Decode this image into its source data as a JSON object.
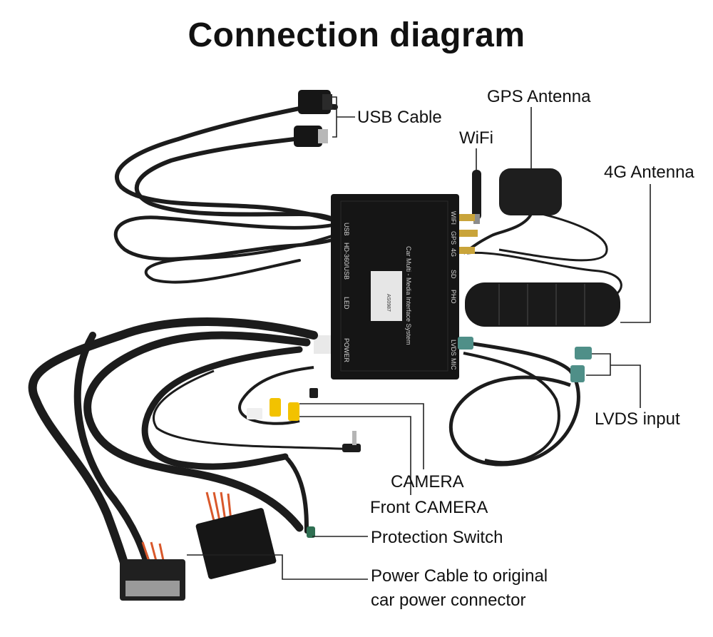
{
  "title": "Connection diagram",
  "labels": {
    "usb_cable": "USB Cable",
    "gps_antenna": "GPS Antenna",
    "wifi": "WiFi",
    "antenna_4g": "4G Antenna",
    "lvds_input": "LVDS input",
    "camera": "CAMERA",
    "front_camera": "Front  CAMERA",
    "protection_switch": "Protection Switch",
    "power_cable_line1": "Power Cable to original",
    "power_cable_line2": "car power connector"
  },
  "module": {
    "name": "Car Multi - Media Interface System",
    "sticker": "AS0987",
    "ports_left": [
      "USB",
      "HD-360/USB",
      "LED",
      "POWER"
    ],
    "ports_right": [
      "WIFI",
      "GPS",
      "4G",
      "SD",
      "PHO",
      "LVDS",
      "MIC"
    ]
  },
  "colors": {
    "cable": "#1c1c1c",
    "module": "#151515",
    "callout_line": "#222222",
    "rca_yellow": "#f2c200",
    "fakra_teal": "#4f8f88",
    "wire_orange": "#d9582b",
    "gold": "#c9a43a"
  }
}
